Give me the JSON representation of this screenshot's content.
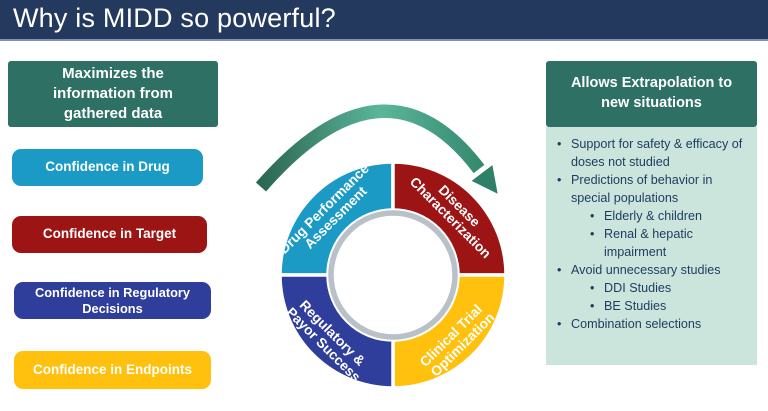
{
  "slide": {
    "title": "Why is MIDD so powerful?",
    "title_bar_bg": "#24395E"
  },
  "left_panel": {
    "header": {
      "text": "Maximizes the information from gathered data",
      "bg": "#2E7164"
    },
    "boxes": [
      {
        "label": "Confidence in Drug",
        "bg": "#1C9AC6"
      },
      {
        "label": "Confidence in Target",
        "bg": "#9C1414"
      },
      {
        "label": "Confidence in Regulatory Decisions",
        "bg": "#303E9B"
      },
      {
        "label": "Confidence in Endpoints",
        "bg": "#FFC10D"
      }
    ]
  },
  "diagram": {
    "arrow": {
      "start": "#2B6753",
      "mid": "#5BB699",
      "end": "#2E8166"
    },
    "ring_border": "#B9C0C8",
    "segments": [
      {
        "line1": "Drug Performance",
        "line2": "Assessment",
        "color": "#1C9AC6"
      },
      {
        "line1": "Disease",
        "line2": "Characterization",
        "color": "#9C1414"
      },
      {
        "line1": "Clinical Trial",
        "line2": "Optimization",
        "color": "#FFC10D"
      },
      {
        "line1": "Regulatory &",
        "line2": "Payor Success",
        "color": "#303E9B"
      }
    ]
  },
  "right_panel": {
    "header": {
      "text": "Allows Extrapolation to new situations",
      "bg": "#2E7164"
    },
    "body_bg": "#CBE5DD",
    "bullets": [
      {
        "level": 1,
        "text": "Support for safety & efficacy of doses not studied"
      },
      {
        "level": 1,
        "text": "Predictions of behavior in special populations"
      },
      {
        "level": 2,
        "text": "Elderly & children"
      },
      {
        "level": 2,
        "text": "Renal & hepatic impairment"
      },
      {
        "level": 1,
        "text": "Avoid unnecessary studies"
      },
      {
        "level": 2,
        "text": "DDI Studies"
      },
      {
        "level": 2,
        "text": "BE Studies"
      },
      {
        "level": 1,
        "text": "Combination selections"
      }
    ]
  }
}
